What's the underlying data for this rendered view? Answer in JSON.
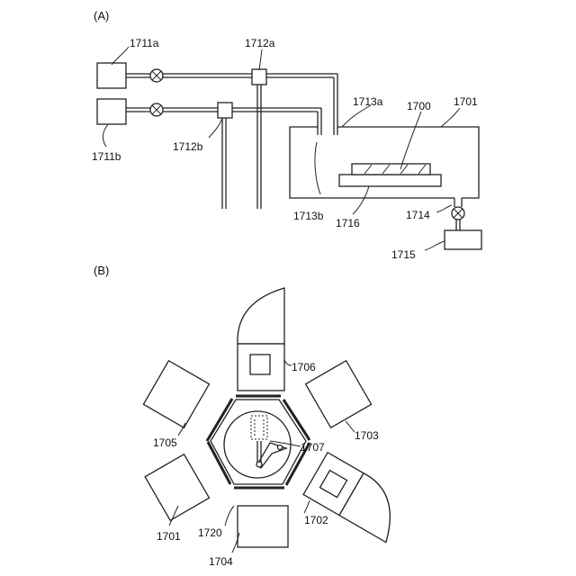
{
  "panel_a": {
    "title": "(A)",
    "labels": {
      "source_a": "1711a",
      "source_b": "1711b",
      "valve_block_a": "1712a",
      "valve_block_b": "1712b",
      "inlet_a": "1713a",
      "inlet_b": "1713b",
      "substrate": "1700",
      "chamber": "1701",
      "exhaust_valve": "1714",
      "pump": "1715",
      "stage": "1716"
    }
  },
  "panel_b": {
    "title": "(B)",
    "labels": {
      "top_chamber": "1706",
      "right_upper_chamber": "1703",
      "left_upper_chamber": "1705",
      "transfer_robot": "1707",
      "left_lower_chamber": "1701",
      "right_lower_chamber": "1702",
      "transfer_chamber": "1720",
      "bottom_chamber": "1704"
    }
  }
}
